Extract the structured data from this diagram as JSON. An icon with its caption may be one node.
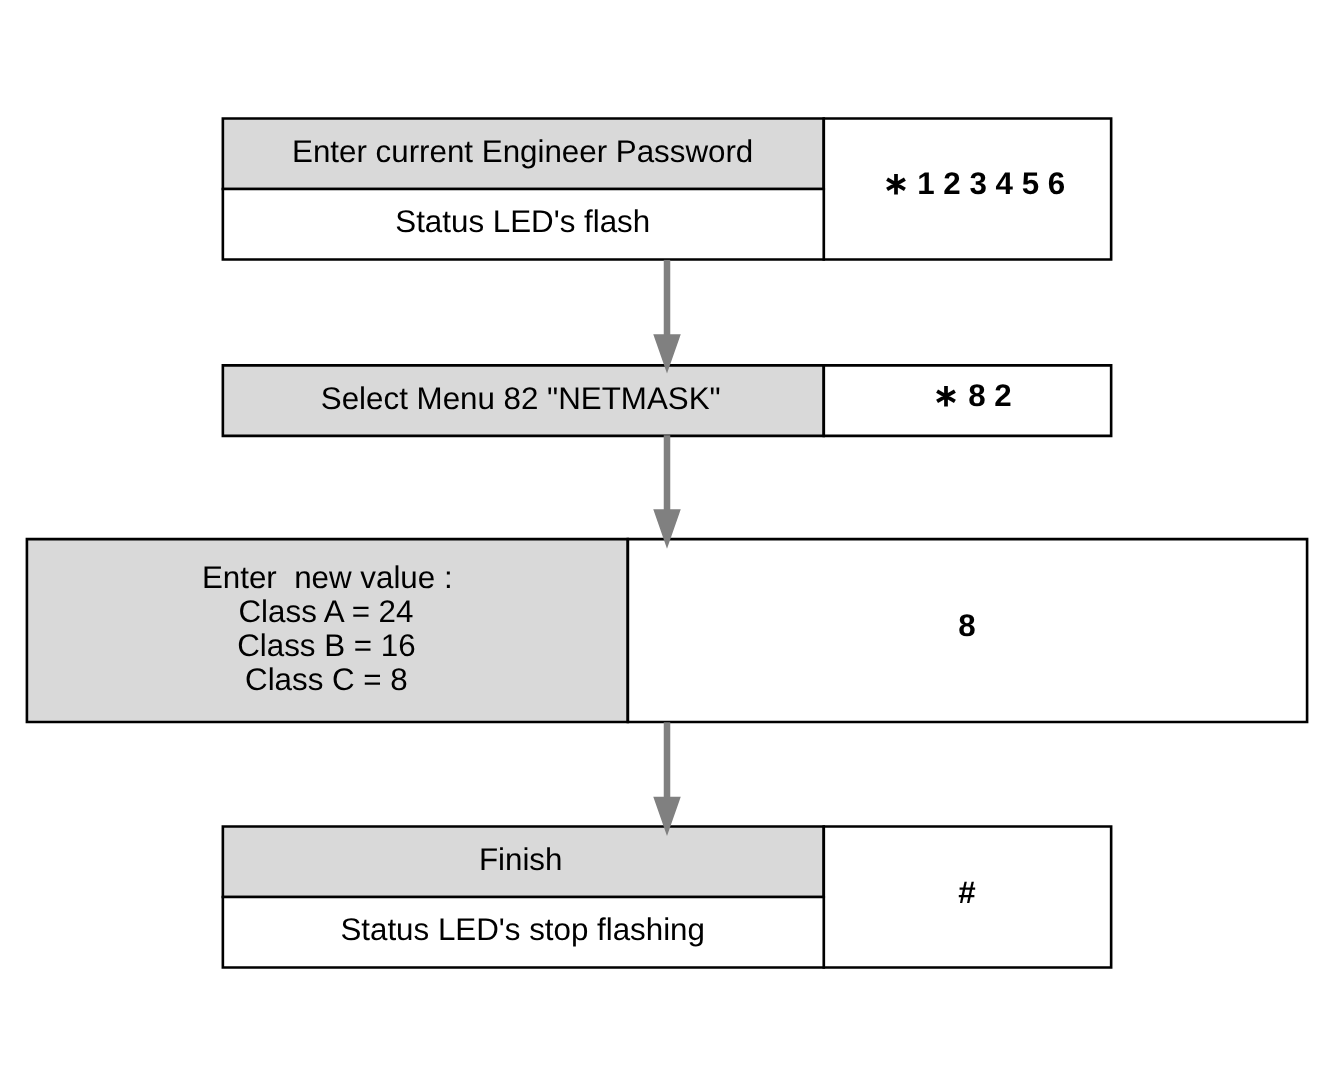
{
  "diagram": {
    "nodes": [
      {
        "text": [
          "Enter current Engineer Password",
          "Status LED's flash",
          "∗ 1 2 3 4 5 6"
        ]
      },
      {
        "text": [
          "Select Menu 82 \"NETMASK\"",
          "∗ 8 2"
        ]
      },
      {
        "text": [
          "Enter  new value :",
          "Class A = 24",
          "Class B = 16",
          "Class C = 8",
          "8"
        ]
      },
      {
        "text": [
          "Finish",
          "Status LED's stop flashing",
          "#"
        ]
      }
    ],
    "edges": [
      {
        "from": 0,
        "to": 1,
        "arrow": "to",
        "color": "#808080"
      },
      {
        "from": 1,
        "to": 2,
        "arrow": "to",
        "color": "#808080"
      },
      {
        "from": 2,
        "to": 3,
        "arrow": "to",
        "color": "#808080"
      }
    ]
  }
}
